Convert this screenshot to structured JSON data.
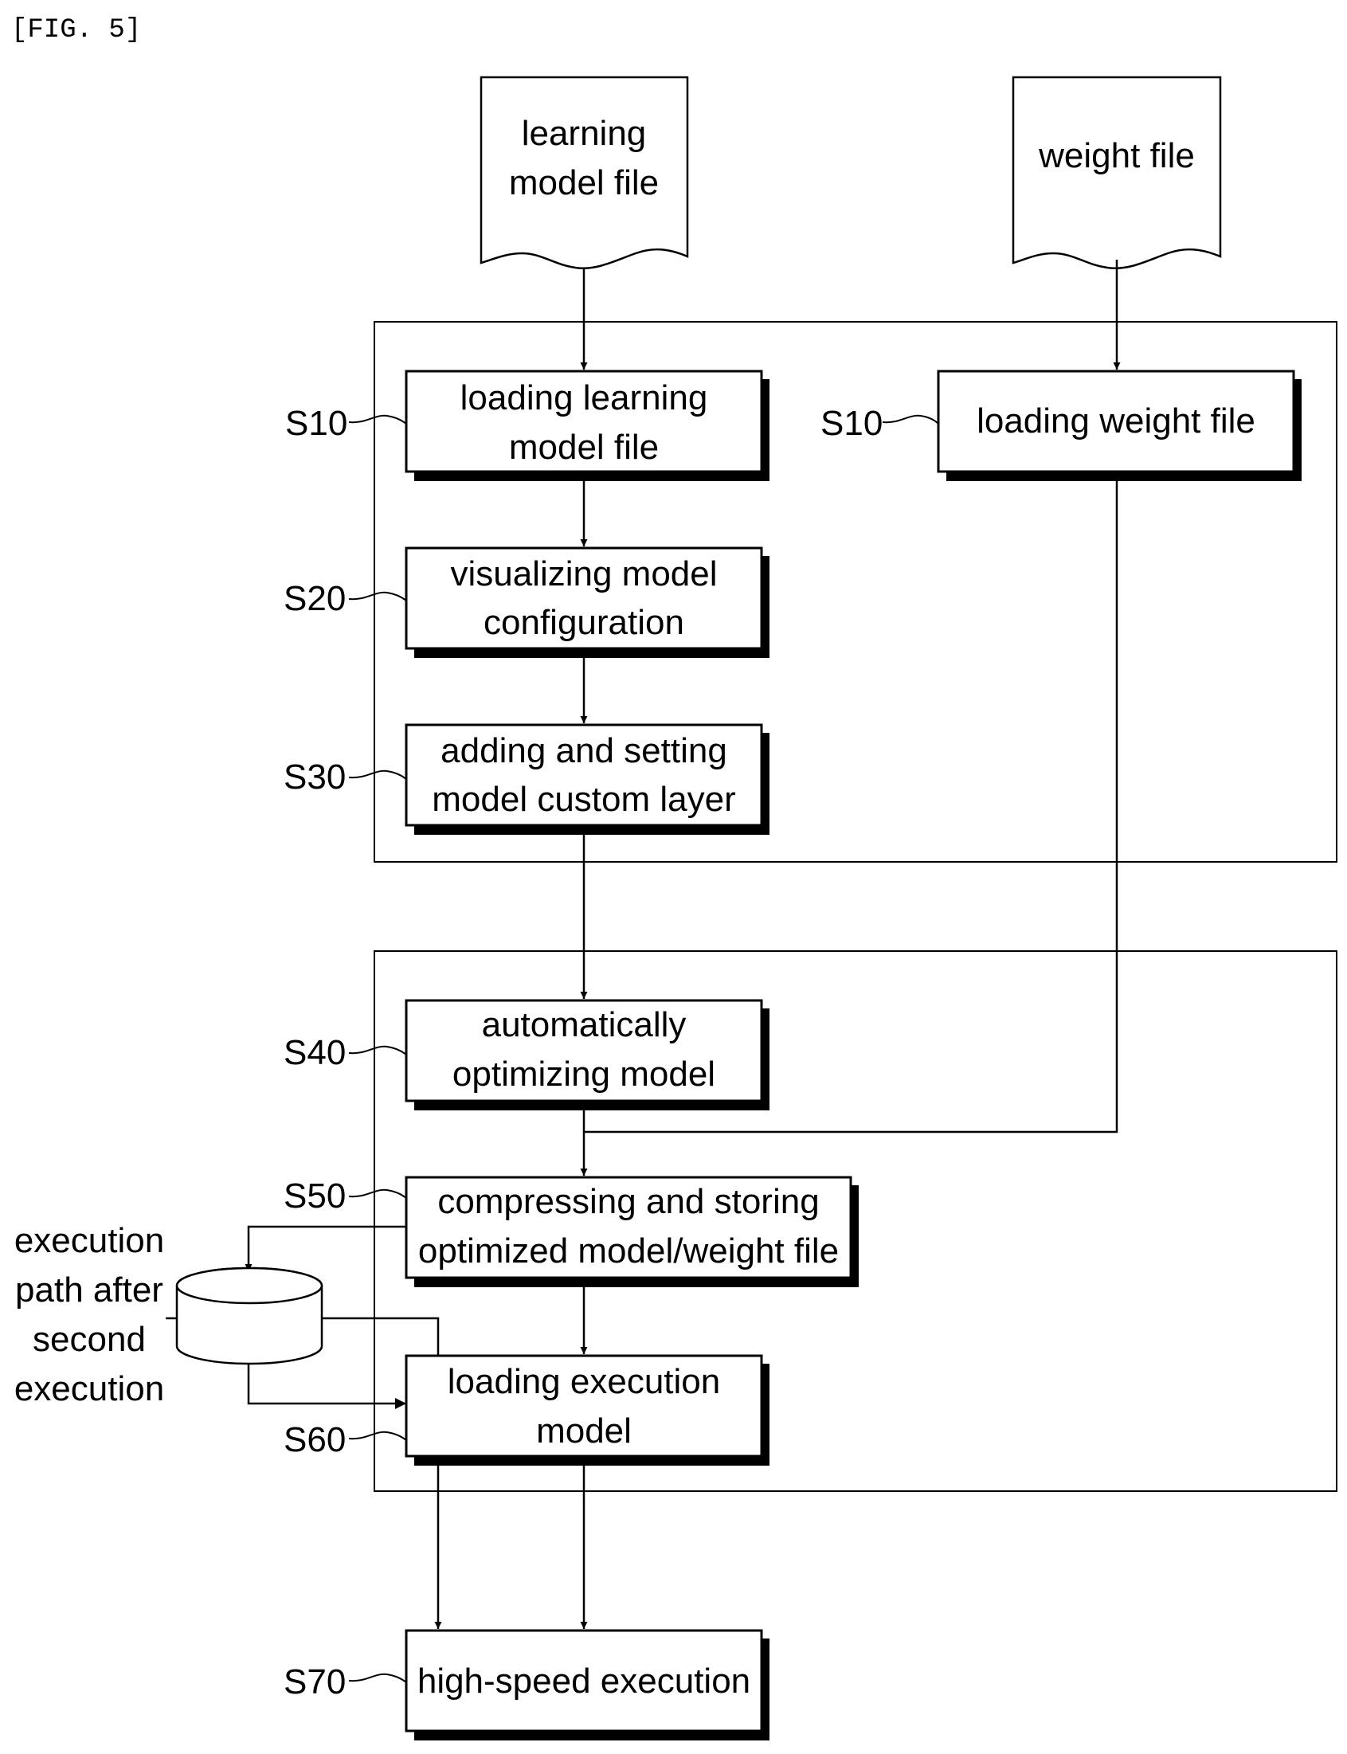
{
  "figure_label": "[FIG. 5]",
  "documents": {
    "learning_model_file": [
      "learning",
      "model file"
    ],
    "weight_file": [
      "weight file"
    ]
  },
  "steps": {
    "load_model": {
      "label": "S10",
      "text": [
        "loading learning",
        "model file"
      ]
    },
    "load_weight": {
      "label": "S10",
      "text": [
        "loading weight file"
      ]
    },
    "visualize": {
      "label": "S20",
      "text": [
        "visualizing model",
        "configuration"
      ]
    },
    "custom_layer": {
      "label": "S30",
      "text": [
        "adding and setting",
        "model custom layer"
      ]
    },
    "optimize": {
      "label": "S40",
      "text": [
        "automatically",
        "optimizing model"
      ]
    },
    "compress": {
      "label": "S50",
      "text": [
        "compressing and storing",
        "optimized model/weight file"
      ]
    },
    "load_exec": {
      "label": "S60",
      "text": [
        "loading execution",
        "model"
      ]
    },
    "high_speed": {
      "label": "S70",
      "text": [
        "high-speed execution"
      ]
    }
  },
  "side_note": [
    "execution",
    "path after",
    "second",
    "execution"
  ]
}
